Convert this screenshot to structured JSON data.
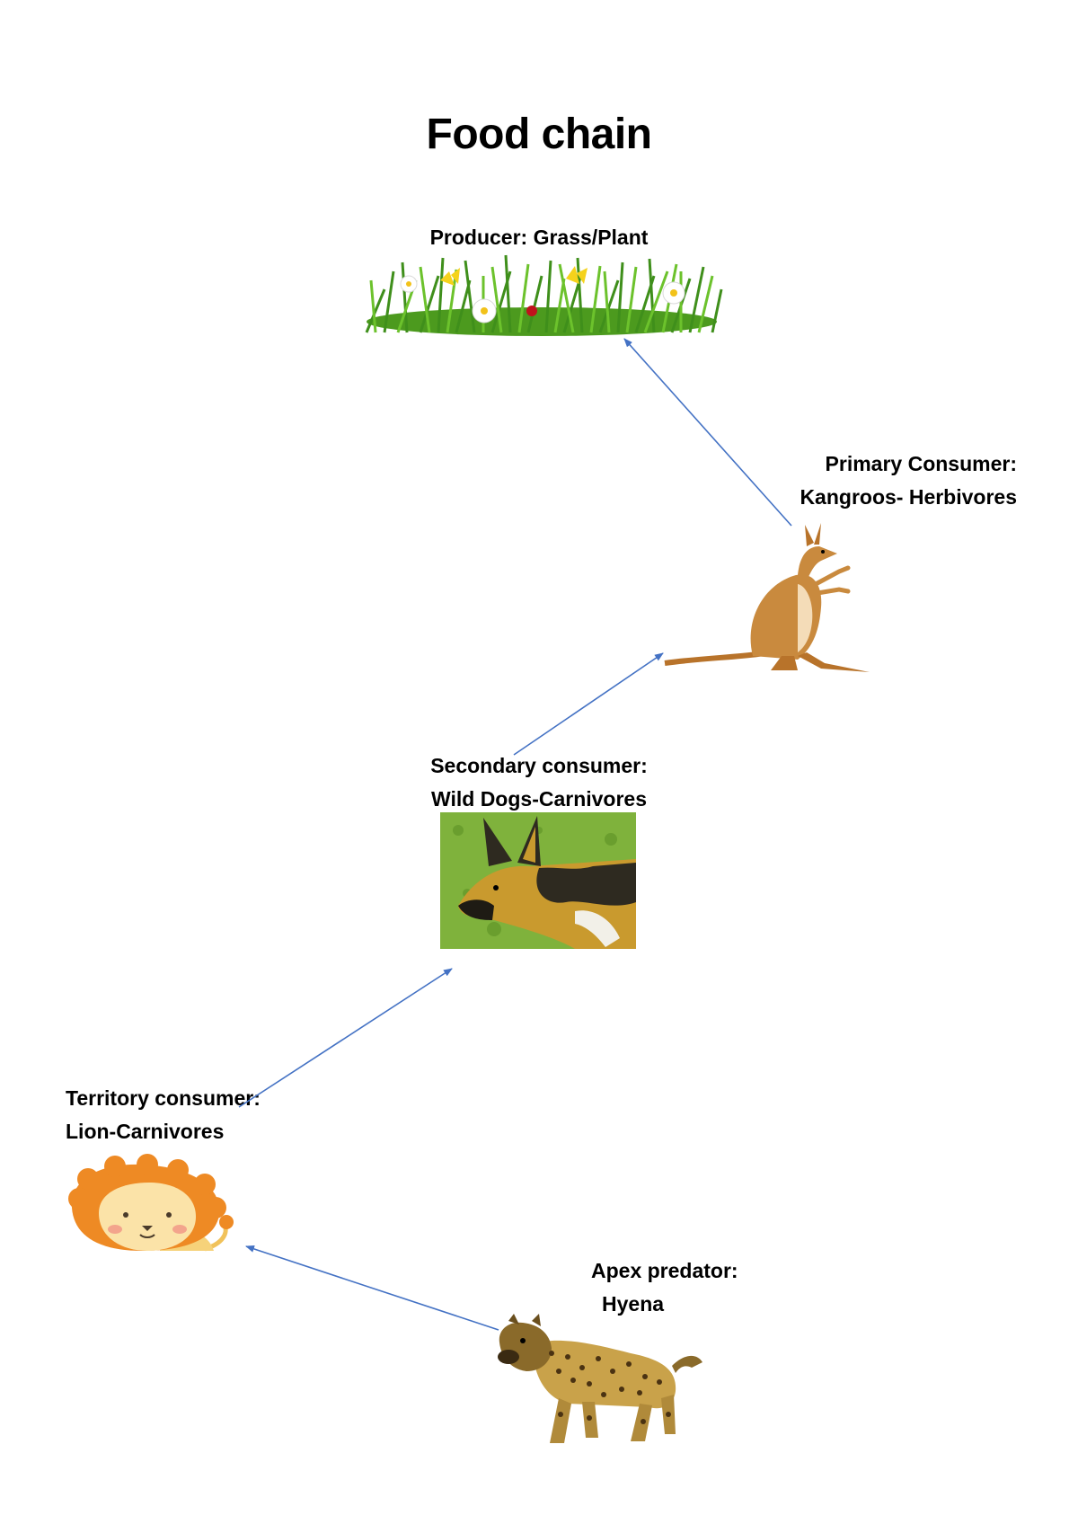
{
  "title": "Food chain",
  "nodes": {
    "producer": {
      "line1": "Producer: Grass/Plant"
    },
    "primary": {
      "line1": "Primary Consumer:",
      "line2": "Kangroos- Herbivores"
    },
    "secondary": {
      "line1": "Secondary consumer:",
      "line2": "Wild Dogs-Carnivores"
    },
    "tertiary": {
      "line1": "Territory consumer:",
      "line2": "Lion-Carnivores"
    },
    "apex": {
      "line1": "Apex  predator:",
      "line2": "Hyena"
    }
  },
  "colors": {
    "arrow": "#4472c4"
  }
}
